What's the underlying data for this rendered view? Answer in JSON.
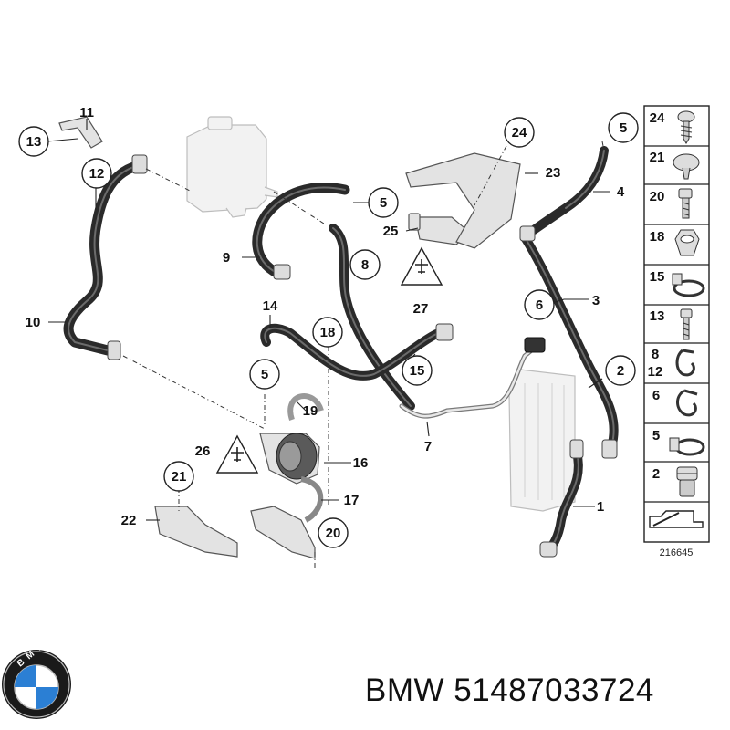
{
  "diagram": {
    "callouts": [
      "1",
      "2",
      "3",
      "4",
      "5",
      "6",
      "7",
      "8",
      "9",
      "10",
      "11",
      "12",
      "13",
      "14",
      "15",
      "16",
      "17",
      "18",
      "19",
      "20",
      "21",
      "22",
      "23",
      "24",
      "25",
      "26",
      "27"
    ],
    "figure_number": "216645"
  },
  "side_table": {
    "rows": [
      {
        "label": "24",
        "icon": "screw-icon"
      },
      {
        "label": "21",
        "icon": "clip-cap-icon"
      },
      {
        "label": "20",
        "icon": "bolt-icon"
      },
      {
        "label": "18",
        "icon": "hex-nut-icon"
      },
      {
        "label": "15",
        "icon": "hose-clamp-icon"
      },
      {
        "label": "13",
        "icon": "bolt-icon"
      },
      {
        "label": "8",
        "label2": "12",
        "icon": "spring-clip-icon"
      },
      {
        "label": "6",
        "icon": "spring-clip-icon"
      },
      {
        "label": "5",
        "icon": "hose-clamp-icon"
      },
      {
        "label": "2",
        "icon": "hose-connector-icon"
      },
      {
        "label": "",
        "icon": "pointer-arrow-icon"
      }
    ]
  },
  "footer": {
    "brand": "BMW",
    "part_number": "51487033724",
    "logo_letters": "BMW"
  }
}
